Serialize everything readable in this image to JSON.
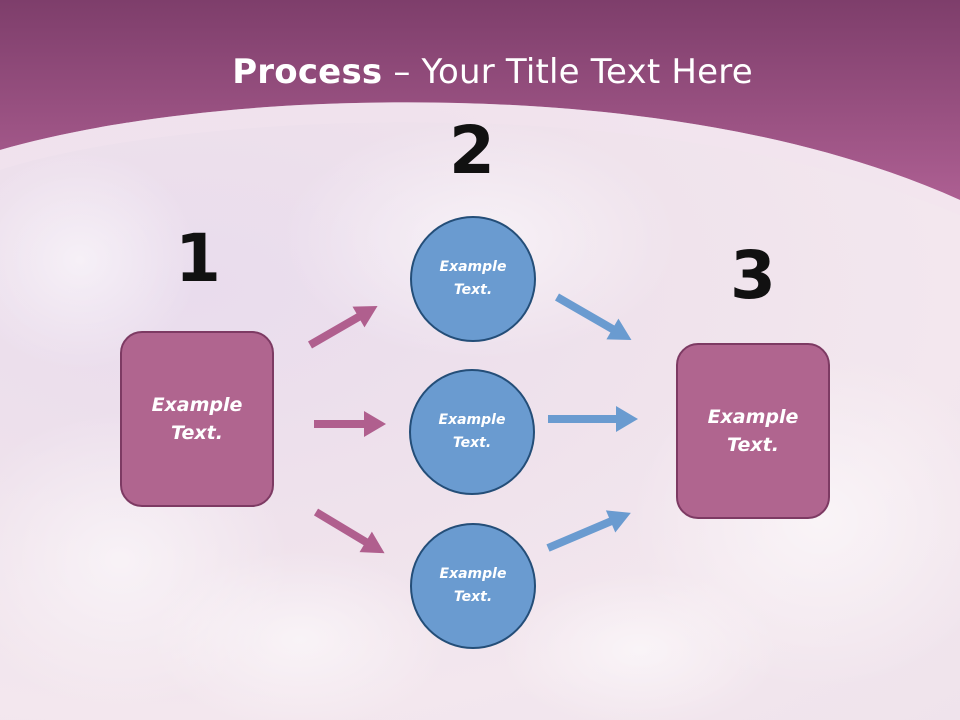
{
  "title": {
    "bold": "Process",
    "rest": " – Your Title Text Here"
  },
  "steps": {
    "one": "1",
    "two": "2",
    "three": "3"
  },
  "nodes": {
    "left_box": "Example Text.",
    "circle_top": "Example Text.",
    "circle_middle": "Example Text.",
    "circle_bottom": "Example Text.",
    "right_box": "Example Text."
  },
  "colors": {
    "header": "#9a5285",
    "box_fill": "#b0658f",
    "circle_fill": "#6a9bd0",
    "arrow_pink": "#b05f8e",
    "arrow_blue": "#6a9bd0"
  }
}
